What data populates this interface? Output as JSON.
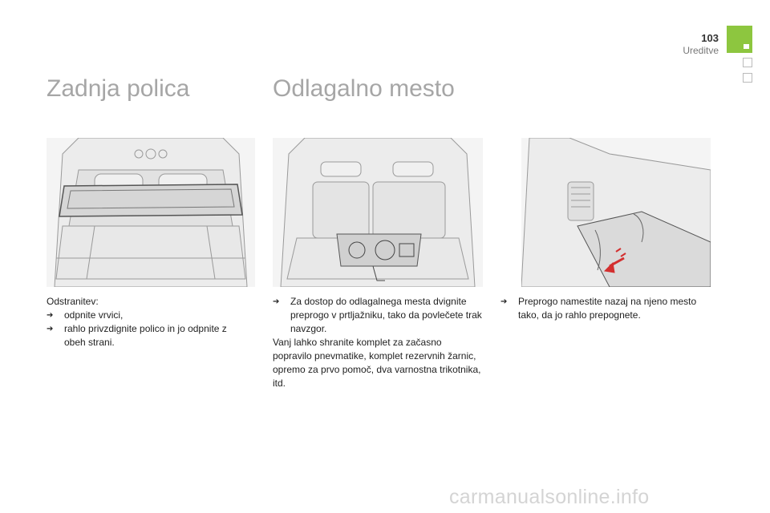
{
  "header": {
    "page_number": "103",
    "section": "Ureditve",
    "accent_color": "#8dc63f"
  },
  "left": {
    "title": "Zadnja polica",
    "image_icon": "rear-parcel-shelf-illustration",
    "intro": "Odstranitev:",
    "bullets": [
      "odpnite vrvici,",
      "rahlo privzdignite polico in jo odpnite z obeh strani."
    ]
  },
  "middle": {
    "title": "Odlagalno mesto",
    "image_icon": "trunk-storage-compartment-illustration",
    "bullets": [
      "Za dostop do odlagalnega mesta dvignite preprogo v prtljažniku, tako da povlečete trak navzgor."
    ],
    "paragraph": "Vanj lahko shranite komplet za začasno popravilo pnevmatike, komplet rezervnih žarnic, opremo za prvo pomoč, dva varnostna trikotnika, itd."
  },
  "right": {
    "image_icon": "trunk-mat-refit-illustration",
    "bullets": [
      "Preprogo namestite nazaj na njeno mesto tako, da jo rahlo prepognete."
    ]
  },
  "bullet_glyph": "➔",
  "watermark": "carmanualsonline.info"
}
